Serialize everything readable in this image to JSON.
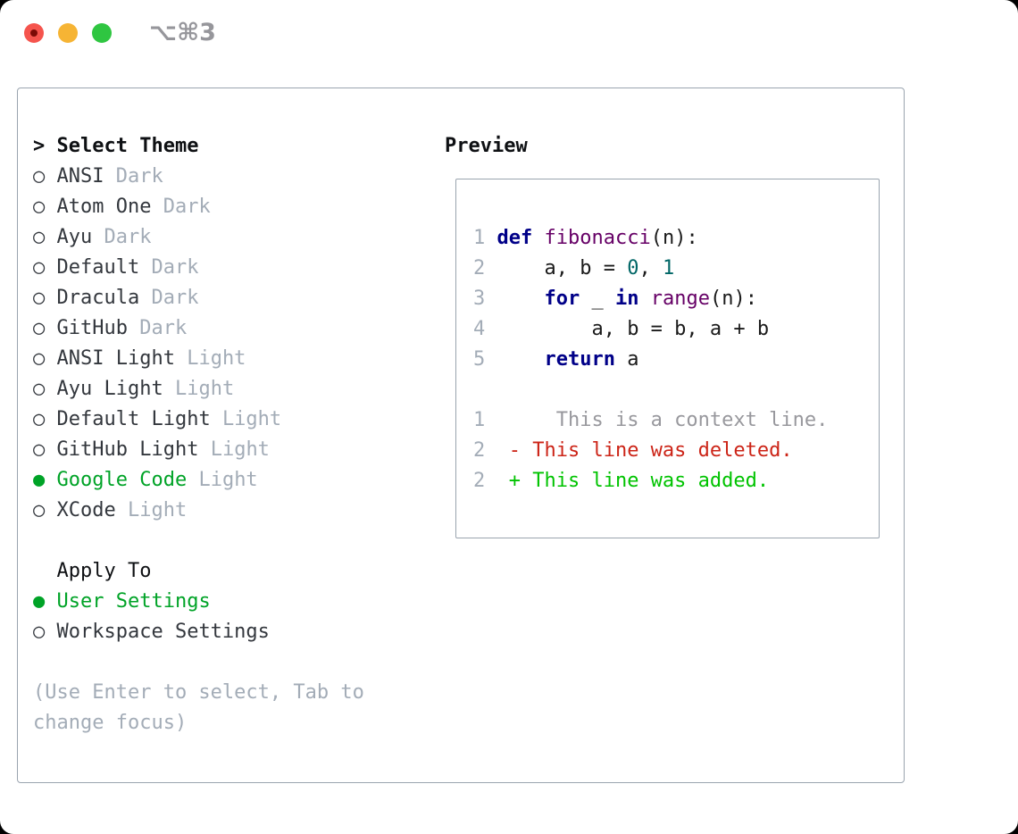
{
  "window": {
    "shortcut_hint": "⌥⌘3"
  },
  "markers": {
    "cursor": ">",
    "selected": "●",
    "unselected": "○"
  },
  "left_panel": {
    "header": {
      "label": "Select Theme"
    },
    "themes": [
      {
        "name": "ANSI",
        "variant": "Dark",
        "selected": false
      },
      {
        "name": "Atom One",
        "variant": "Dark",
        "selected": false
      },
      {
        "name": "Ayu",
        "variant": "Dark",
        "selected": false
      },
      {
        "name": "Default",
        "variant": "Dark",
        "selected": false
      },
      {
        "name": "Dracula",
        "variant": "Dark",
        "selected": false
      },
      {
        "name": "GitHub",
        "variant": "Dark",
        "selected": false
      },
      {
        "name": "ANSI Light",
        "variant": "Light",
        "selected": false
      },
      {
        "name": "Ayu Light",
        "variant": "Light",
        "selected": false
      },
      {
        "name": "Default Light",
        "variant": "Light",
        "selected": false
      },
      {
        "name": "GitHub Light",
        "variant": "Light",
        "selected": false
      },
      {
        "name": "Google Code",
        "variant": "Light",
        "selected": true
      },
      {
        "name": "XCode",
        "variant": "Light",
        "selected": false
      }
    ],
    "apply_to": {
      "label": "Apply To",
      "options": [
        {
          "name": "User Settings",
          "selected": true
        },
        {
          "name": "Workspace Settings",
          "selected": false
        }
      ]
    },
    "help_lines": [
      "(Use Enter to select, Tab to",
      "change focus)"
    ]
  },
  "preview": {
    "label": "Preview",
    "code_lines": [
      {
        "num": "1",
        "tokens": [
          {
            "t": " ",
            "c": "plain"
          },
          {
            "t": "def",
            "c": "kw"
          },
          {
            "t": " ",
            "c": "plain"
          },
          {
            "t": "fibonacci",
            "c": "fn"
          },
          {
            "t": "(n):",
            "c": "plain"
          }
        ]
      },
      {
        "num": "2",
        "tokens": [
          {
            "t": "     a, b = ",
            "c": "plain"
          },
          {
            "t": "0",
            "c": "num"
          },
          {
            "t": ", ",
            "c": "plain"
          },
          {
            "t": "1",
            "c": "num"
          }
        ]
      },
      {
        "num": "3",
        "tokens": [
          {
            "t": "     ",
            "c": "plain"
          },
          {
            "t": "for",
            "c": "kw"
          },
          {
            "t": " _ ",
            "c": "plain"
          },
          {
            "t": "in",
            "c": "kw"
          },
          {
            "t": " ",
            "c": "plain"
          },
          {
            "t": "range",
            "c": "fn"
          },
          {
            "t": "(n):",
            "c": "plain"
          }
        ]
      },
      {
        "num": "4",
        "tokens": [
          {
            "t": "         a, b = b, a + b",
            "c": "plain"
          }
        ]
      },
      {
        "num": "5",
        "tokens": [
          {
            "t": "     ",
            "c": "plain"
          },
          {
            "t": "return",
            "c": "kw"
          },
          {
            "t": " a",
            "c": "plain"
          }
        ]
      }
    ],
    "diff_lines": [
      {
        "num": "1",
        "type": "context",
        "text": "      This is a context line."
      },
      {
        "num": "2",
        "type": "deleted",
        "text": "  - This line was deleted."
      },
      {
        "num": "2",
        "type": "added",
        "text": "  + This line was added."
      }
    ]
  },
  "colors": {
    "selected_green": "#00a327",
    "diff_added_green": "#00c300",
    "diff_deleted_red": "#cc2417",
    "keyword_navy": "#000088",
    "function_purple": "#660066",
    "number_teal": "#006666",
    "muted_gray": "#a3acb7",
    "context_gray": "#98989d",
    "text_dark": "#33373d",
    "border_gray": "#9aa4af",
    "traffic_red": "#f5544d",
    "traffic_yellow": "#f6b434",
    "traffic_green": "#2fc641"
  }
}
